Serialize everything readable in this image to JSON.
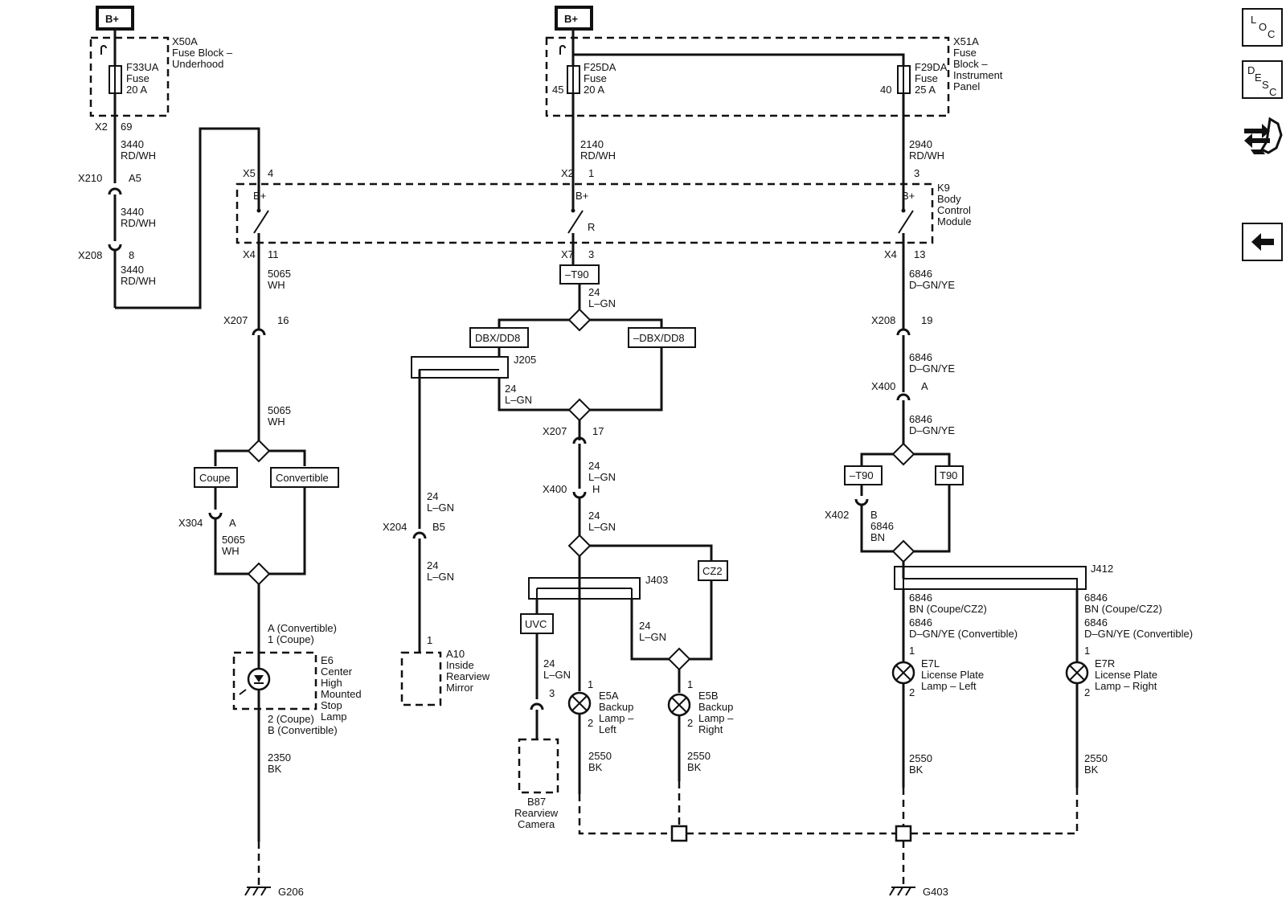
{
  "supply": {
    "left": "B+",
    "center": "B+"
  },
  "fuse_block_underhood": {
    "id": "X50A",
    "line1": "Fuse Block –",
    "line2": "Underhood",
    "fuse": {
      "id": "F33UA",
      "type": "Fuse",
      "rating": "20 A"
    },
    "conn": "X2",
    "pin": "69"
  },
  "fuse_block_ip": {
    "id": "X51A",
    "line1": "Fuse",
    "line2": "Block –",
    "line3": "Instrument",
    "line4": "Panel",
    "fuse_a": {
      "id": "F25DA",
      "type": "Fuse",
      "rating": "20 A",
      "pin": "45"
    },
    "fuse_b": {
      "id": "F29DA",
      "type": "Fuse",
      "rating": "25 A",
      "pin": "40"
    }
  },
  "bcm": {
    "id": "K9",
    "line1": "Body",
    "line2": "Control",
    "line3": "Module",
    "bplus": "B+",
    "r_label": "R",
    "in1_conn": "X5",
    "in1_pin": "4",
    "in2_conn": "X2",
    "in2_pin": "1",
    "in3_pin": "3",
    "out1_conn": "X4",
    "out1_pin": "11",
    "out2_conn": "X7",
    "out2_pin": "3",
    "out3_conn": "X4",
    "out3_pin": "13"
  },
  "wires": {
    "rdwh_num": "3440",
    "rdwh_color": "RD/WH",
    "c2140_num": "2140",
    "c2140_color": "RD/WH",
    "c2940_num": "2940",
    "c2940_color": "RD/WH",
    "wh_num": "5065",
    "wh_color": "WH",
    "lgn_num": "24",
    "lgn_color": "L–GN",
    "dgn_num": "6846",
    "dgn_color": "D–GN/YE",
    "bn_num": "6846",
    "bn_color": "BN",
    "bk_num": "2350",
    "bk_color": "BK",
    "bk2_num": "2550",
    "bk2_color": "BK"
  },
  "connectors": {
    "x210": "X210",
    "x210_pin": "A5",
    "x208": "X208",
    "x208_pin": "8",
    "x207": "X207",
    "x207_pin": "16",
    "x207_pin2": "17",
    "x208b_pin": "19",
    "x400": "X400",
    "x400_pin": "A",
    "x400_pin2": "H",
    "x304": "X304",
    "x304_pin": "A",
    "x204": "X204",
    "x204_pin": "B5",
    "x402": "X402",
    "x402_pin": "B"
  },
  "options": {
    "t90_neg": "–T90",
    "t90": "T90",
    "dbx": "DBX/DD8",
    "dbx_neg": "–DBX/DD8",
    "coupe": "Coupe",
    "convertible": "Convertible",
    "uvc": "UVC",
    "cz2": "CZ2"
  },
  "splices": {
    "j205": "J205",
    "j403": "J403",
    "j412": "J412"
  },
  "components": {
    "e6": {
      "pin_top1": "A (Convertible)",
      "pin_top2": "1 (Coupe)",
      "id": "E6",
      "l1": "Center",
      "l2": "High",
      "l3": "Mounted",
      "l4": "Stop",
      "l5": "Lamp",
      "pin_bot1": "2 (Coupe)",
      "pin_bot2": "B (Convertible)"
    },
    "a10": {
      "pin": "1",
      "id": "A10",
      "l1": "Inside",
      "l2": "Rearview",
      "l3": "Mirror"
    },
    "b87": {
      "pin": "3",
      "id": "B87",
      "l1": "Rearview",
      "l2": "Camera"
    },
    "e5a": {
      "pin1": "1",
      "pin2": "2",
      "id": "E5A",
      "l1": "Backup",
      "l2": "Lamp –",
      "l3": "Left"
    },
    "e5b": {
      "pin1": "1",
      "pin2": "2",
      "id": "E5B",
      "l1": "Backup",
      "l2": "Lamp –",
      "l3": "Right"
    },
    "e7l": {
      "pin1": "1",
      "pin2": "2",
      "id": "E7L",
      "l1": "License Plate",
      "l2": "Lamp – Left"
    },
    "e7r": {
      "pin1": "1",
      "pin2": "2",
      "id": "E7R",
      "l1": "License Plate",
      "l2": "Lamp – Right"
    },
    "lp_bn": "BN (Coupe/CZ2)",
    "lp_dgn": "D–GN/YE (Convertible)"
  },
  "grounds": {
    "g206": "G206",
    "g403": "G403"
  },
  "nav": {
    "loc": [
      "L",
      "O",
      "C"
    ],
    "desc": [
      "D",
      "E",
      "S",
      "C"
    ]
  }
}
